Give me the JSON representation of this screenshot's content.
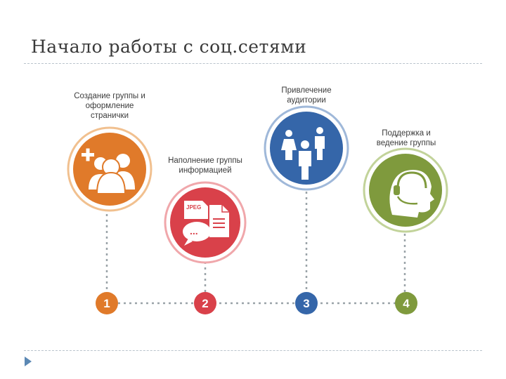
{
  "title": "Начало работы с соц.сетями",
  "steps": [
    {
      "number": "1",
      "label": "Создание группы и\nоформление\nстранички",
      "color": "#e07a2a",
      "icon": "add-group-icon"
    },
    {
      "number": "2",
      "label": "Наполнение группы\nинформацией",
      "color": "#d9414a",
      "icon": "documents-chat-icon"
    },
    {
      "number": "3",
      "label": "Привлечение\nаудитории",
      "color": "#3566a9",
      "icon": "people-icon"
    },
    {
      "number": "4",
      "label": "Поддержка и\nведение группы",
      "color": "#7f9a3d",
      "icon": "headset-support-icon"
    }
  ],
  "icon_text": {
    "jpeg": "JPEG",
    "dots": "..."
  }
}
